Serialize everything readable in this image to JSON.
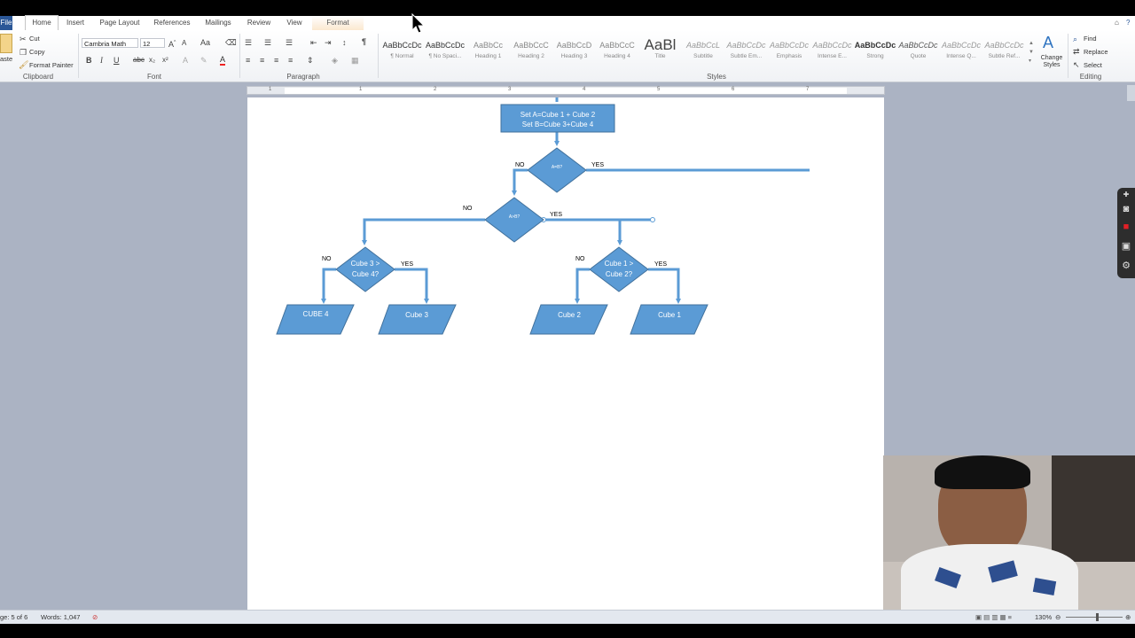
{
  "tabs": {
    "file": "File",
    "home": "Home",
    "insert": "Insert",
    "page_layout": "Page Layout",
    "references": "References",
    "mailings": "Mailings",
    "review": "Review",
    "view": "View",
    "format": "Format"
  },
  "clipboard": {
    "paste": "aste",
    "cut": "Cut",
    "copy": "Copy",
    "format_painter": "Format Painter",
    "label": "Clipboard"
  },
  "font": {
    "name": "Cambria Math",
    "size": "12",
    "label": "Font",
    "bold": "B",
    "italic": "I",
    "underline": "U",
    "strike": "abc",
    "sub": "x₂",
    "sup": "x²",
    "font_color": "A"
  },
  "paragraph": {
    "label": "Paragraph",
    "pilcrow": "¶"
  },
  "styles": {
    "label": "Styles",
    "items": [
      {
        "sample": "AaBbCcDc",
        "name": "¶ Normal"
      },
      {
        "sample": "AaBbCcDc",
        "name": "¶ No Spaci..."
      },
      {
        "sample": "AaBbCc",
        "name": "Heading 1"
      },
      {
        "sample": "AaBbCcC",
        "name": "Heading 2"
      },
      {
        "sample": "AaBbCcD",
        "name": "Heading 3"
      },
      {
        "sample": "AaBbCcC",
        "name": "Heading 4"
      },
      {
        "sample": "AaBl",
        "name": "Title"
      },
      {
        "sample": "AaBbCcL",
        "name": "Subtitle"
      },
      {
        "sample": "AaBbCcDc",
        "name": "Subtle Em..."
      },
      {
        "sample": "AaBbCcDc",
        "name": "Emphasis"
      },
      {
        "sample": "AaBbCcDc",
        "name": "Intense E..."
      },
      {
        "sample": "AaBbCcDc",
        "name": "Strong"
      },
      {
        "sample": "AaBbCcDc",
        "name": "Quote"
      },
      {
        "sample": "AaBbCcDc",
        "name": "Intense Q..."
      },
      {
        "sample": "AaBbCcDc",
        "name": "Subtle Ref..."
      }
    ],
    "change_styles": "Change Styles"
  },
  "editing": {
    "find": "Find",
    "replace": "Replace",
    "select": "Select",
    "label": "Editing"
  },
  "ruler": {
    "numbers": [
      "1",
      "1",
      "2",
      "3",
      "4",
      "5",
      "6",
      "7"
    ]
  },
  "flowchart": {
    "top_box_line1": "Set A=Cube 1 + Cube 2",
    "top_box_line2": "Set B=Cube 3+Cube 4",
    "diamond1": "A=B?",
    "diamond2": "A>B?",
    "diamond3_line1": "Cube 3 >",
    "diamond3_line2": "Cube 4?",
    "diamond4_line1": "Cube 1 >",
    "diamond4_line2": "Cube 2?",
    "no": "NO",
    "yes": "YES",
    "out1": "CUBE 4",
    "out2": "Cube 3",
    "out3": "Cube 2",
    "out4": "Cube 1",
    "fill": "#5b9bd5",
    "stroke": "#41719c"
  },
  "status": {
    "page": "ge: 5 of 6",
    "words": "Words: 1,047",
    "zoom": "130%"
  },
  "colors": {
    "file_tab": "#2b5797",
    "workspace": "#abb3c3",
    "shape_fill": "#5b9bd5"
  }
}
